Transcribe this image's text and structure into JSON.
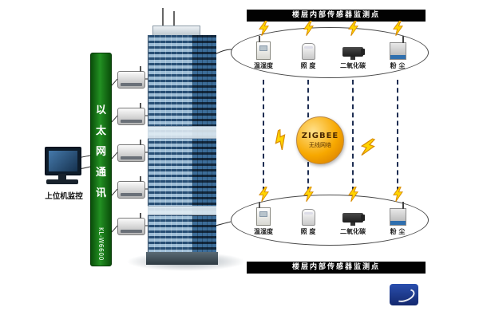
{
  "host": {
    "label": "上位机监控"
  },
  "ethernet": {
    "chars": [
      "以",
      "太",
      "网",
      "通",
      "讯"
    ],
    "model": "KL-W6600",
    "bar_color": "#1a7a1a"
  },
  "zigbee": {
    "name": "ZIGBEE",
    "subtitle": "无线网络",
    "color": "#f7a800"
  },
  "groups": {
    "top": {
      "header": "楼层内部传感器监测点",
      "sensors": [
        {
          "label": "温湿度",
          "icon": "temp-humidity-sensor-icon"
        },
        {
          "label": "照 度",
          "icon": "light-sensor-icon"
        },
        {
          "label": "二氧化碳",
          "icon": "co2-sensor-icon"
        },
        {
          "label": "粉 尘",
          "icon": "dust-sensor-icon"
        }
      ]
    },
    "bottom": {
      "header": "楼层内部传感器监测点",
      "sensors": [
        {
          "label": "温湿度",
          "icon": "temp-humidity-sensor-icon"
        },
        {
          "label": "照 度",
          "icon": "light-sensor-icon"
        },
        {
          "label": "二氧化碳",
          "icon": "co2-sensor-icon"
        },
        {
          "label": "粉 尘",
          "icon": "dust-sensor-icon"
        }
      ]
    }
  },
  "icons": {
    "lightning": "lightning-bolt"
  }
}
